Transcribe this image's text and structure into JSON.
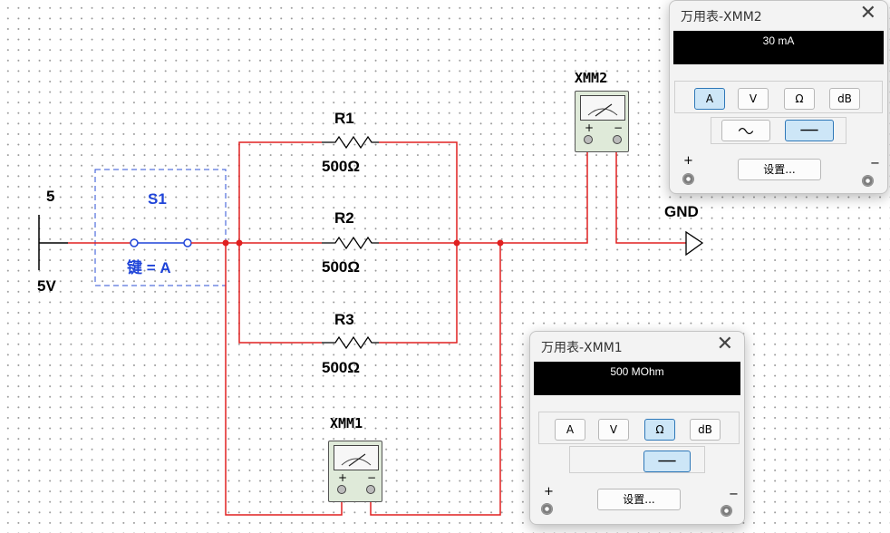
{
  "circuit": {
    "source": {
      "name": "5",
      "value": "5V"
    },
    "switch": {
      "name": "S1",
      "key_label": "键 = A"
    },
    "resistors": [
      {
        "name": "R1",
        "value": "500Ω"
      },
      {
        "name": "R2",
        "value": "500Ω"
      },
      {
        "name": "R3",
        "value": "500Ω"
      }
    ],
    "ground_label": "GND",
    "meter_icons": {
      "xmm1": "XMM1",
      "xmm2": "XMM2"
    },
    "terminal_plus": "+",
    "terminal_minus": "−"
  },
  "dmm_xmm2": {
    "title": "万用表-XMM2",
    "close_symbol": "✕",
    "reading": "30 mA",
    "mode_buttons": [
      "A",
      "V",
      "Ω",
      "dB"
    ],
    "active_mode": "A",
    "coupling": [
      "ac-wave-icon",
      "dc-line-icon"
    ],
    "active_coupling": "dc",
    "plus": "+",
    "minus": "−",
    "settings_label": "设置..."
  },
  "dmm_xmm1": {
    "title": "万用表-XMM1",
    "close_symbol": "✕",
    "reading": "500 MOhm",
    "mode_buttons": [
      "A",
      "V",
      "Ω",
      "dB"
    ],
    "active_mode": "Ω",
    "coupling": [
      "dc-line-icon"
    ],
    "active_coupling": "dc",
    "plus": "+",
    "minus": "−",
    "settings_label": "设置..."
  },
  "colors": {
    "wire": "#e02020",
    "component_label": "#000000",
    "switch_label": "#1f44d8",
    "active_button": "#cde6f7",
    "display_bg": "#000000"
  }
}
